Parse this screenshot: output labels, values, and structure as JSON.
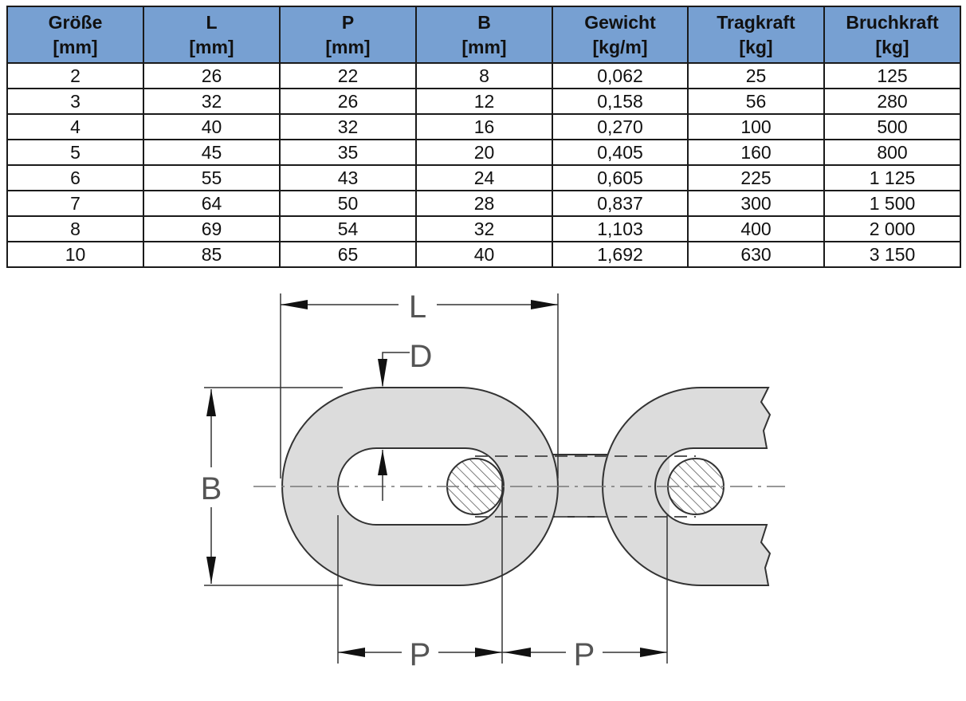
{
  "table": {
    "columns": [
      {
        "name": "Größe",
        "unit": "[mm]"
      },
      {
        "name": "L",
        "unit": "[mm]"
      },
      {
        "name": "P",
        "unit": "[mm]"
      },
      {
        "name": "B",
        "unit": "[mm]"
      },
      {
        "name": "Gewicht",
        "unit": "[kg/m]"
      },
      {
        "name": "Tragkraft",
        "unit": "[kg]"
      },
      {
        "name": "Bruchkraft",
        "unit": "[kg]"
      }
    ],
    "rows": [
      [
        "2",
        "26",
        "22",
        "8",
        "0,062",
        "25",
        "125"
      ],
      [
        "3",
        "32",
        "26",
        "12",
        "0,158",
        "56",
        "280"
      ],
      [
        "4",
        "40",
        "32",
        "16",
        "0,270",
        "100",
        "500"
      ],
      [
        "5",
        "45",
        "35",
        "20",
        "0,405",
        "160",
        "800"
      ],
      [
        "6",
        "55",
        "43",
        "24",
        "0,605",
        "225",
        "1 125"
      ],
      [
        "7",
        "64",
        "50",
        "28",
        "0,837",
        "300",
        "1 500"
      ],
      [
        "8",
        "69",
        "54",
        "32",
        "1,103",
        "400",
        "2 000"
      ],
      [
        "10",
        "85",
        "65",
        "40",
        "1,692",
        "630",
        "3 150"
      ]
    ]
  },
  "diagram": {
    "labels": {
      "length": "L",
      "diameter": "D",
      "width": "B",
      "pitch_1": "P",
      "pitch_2": "P"
    },
    "colors": {
      "link_fill": "#dcdcdc",
      "stroke": "#333333",
      "header_fill": "#77a0d2"
    }
  }
}
